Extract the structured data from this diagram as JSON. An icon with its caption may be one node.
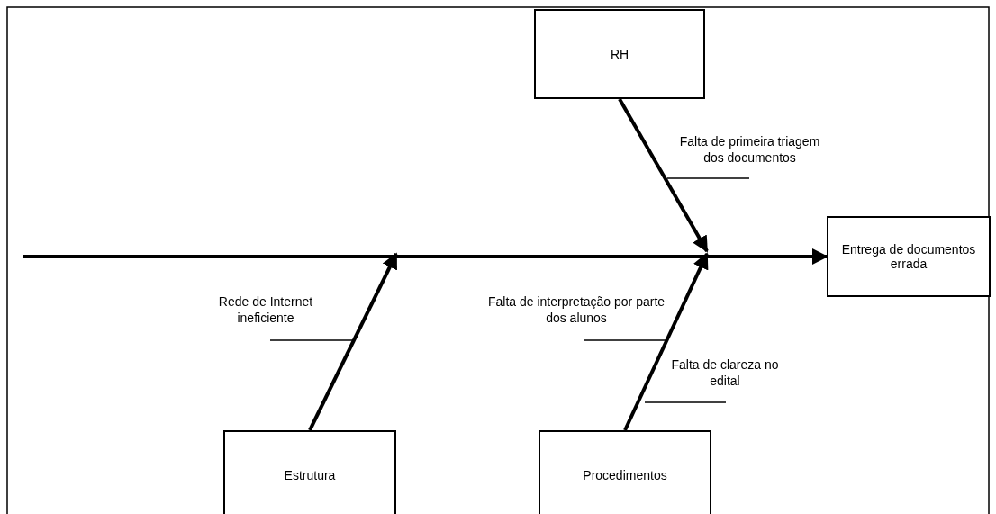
{
  "diagram": {
    "nodes": [
      {
        "text": [
          "RH"
        ]
      },
      {
        "text": [
          "Entrega de documentos errada"
        ]
      },
      {
        "text": [
          "Estrutura"
        ]
      },
      {
        "text": [
          "Procedimentos"
        ]
      }
    ],
    "edges": [
      {
        "from": null,
        "to": 1,
        "arrow": "to"
      },
      {
        "from": 0,
        "to": null,
        "arrow": "to"
      },
      {
        "from": 2,
        "to": null,
        "arrow": "to"
      },
      {
        "from": 3,
        "to": null,
        "arrow": "to"
      }
    ],
    "labels": [
      "Falta de primeira triagem dos documentos",
      "Rede de Internet ineficiente",
      "Falta de interpretação por parte dos alunos",
      "Falta de clareza no edital"
    ]
  }
}
